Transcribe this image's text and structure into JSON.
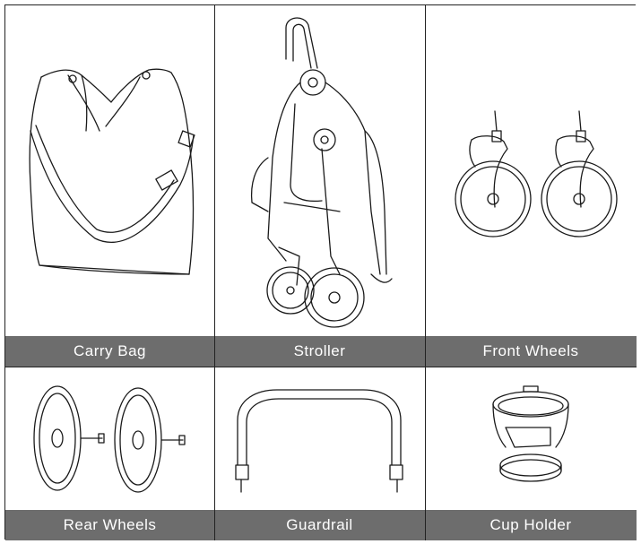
{
  "components": [
    {
      "id": "carry-bag",
      "label": "Carry Bag"
    },
    {
      "id": "stroller",
      "label": "Stroller"
    },
    {
      "id": "front-wheels",
      "label": "Front Wheels"
    },
    {
      "id": "rear-wheels",
      "label": "Rear Wheels"
    },
    {
      "id": "guardrail",
      "label": "Guardrail"
    },
    {
      "id": "cup-holder",
      "label": "Cup Holder"
    }
  ],
  "colors": {
    "label_bar": "#6d6d6d",
    "label_text": "#ffffff",
    "border": "#222222"
  }
}
